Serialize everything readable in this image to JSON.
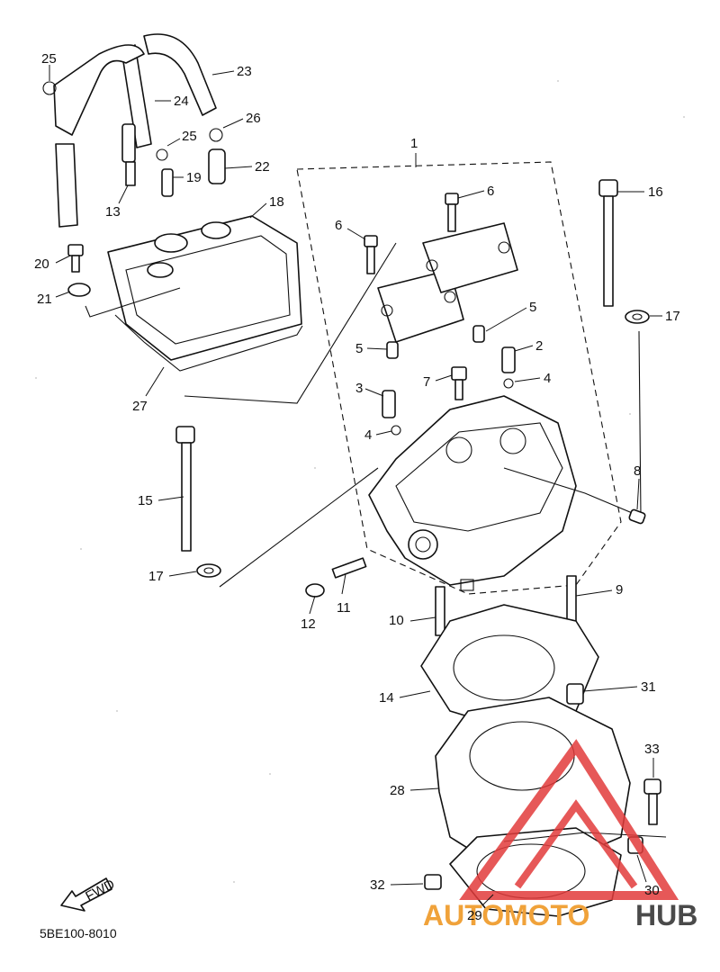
{
  "callouts": [
    "1",
    "2",
    "3",
    "4",
    "4",
    "5",
    "5",
    "6",
    "6",
    "7",
    "8",
    "9",
    "10",
    "11",
    "12",
    "13",
    "14",
    "15",
    "16",
    "17",
    "17",
    "18",
    "19",
    "20",
    "21",
    "22",
    "23",
    "24",
    "25",
    "25",
    "26",
    "27",
    "28",
    "29",
    "30",
    "31",
    "32",
    "33"
  ],
  "fwd_label": "FWD",
  "diagram_code": "5BE100-8010",
  "watermark": {
    "auto": "AUTO",
    "moto": "MOTO",
    "hub": "HUB",
    "auto_color": "#f0a23a",
    "moto_color": "#f0a23a",
    "hub_color": "#4a4a4a",
    "triangle_color": "#e23b3b"
  }
}
